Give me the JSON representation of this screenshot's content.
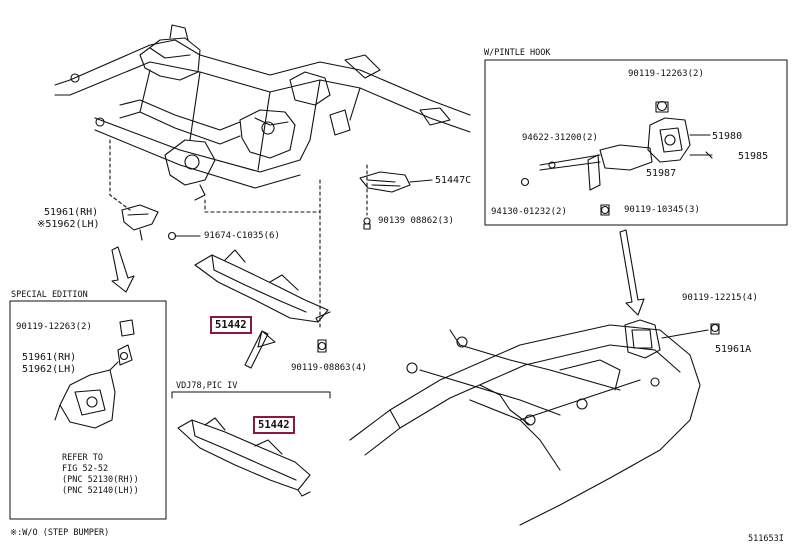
{
  "labels": {
    "pintle_title": "W/PINTLE HOOK",
    "p_90119_12263_top": "90119-12263(2)",
    "p_94622": "94622-31200(2)",
    "p_51980": "51980",
    "p_51985": "51985",
    "p_51987": "51987",
    "p_94130": "94130-01232(2)",
    "p_90119_10345": "90119-10345(3)",
    "p_51447c": "51447C",
    "p_90139_08862": "90139 08862(3)",
    "p_51961_rh": "51961(RH)",
    "p_51962_lh": "※51962(LH)",
    "p_91674": "91674-C1035(6)",
    "special_title": "SPECIAL EDITION",
    "p_90119_12263_se": "90119-12263(2)",
    "p_51961_se": "51961(RH)",
    "p_51962_se": "51962(LH)",
    "refer_note": "REFER TO\nFIG 52-52\n(PNC 52130(RH))\n(PNC 52140(LH))",
    "p_51442_a": "51442",
    "p_90119_08863": "90119-08863(4)",
    "vdj_title": "VDJ78,PIC IV",
    "p_51442_b": "51442",
    "p_90119_12215": "90119-12215(4)",
    "p_51961a": "51961A",
    "footnote": "※:W/O (STEP BUMPER)",
    "fig_id": "511653I"
  }
}
